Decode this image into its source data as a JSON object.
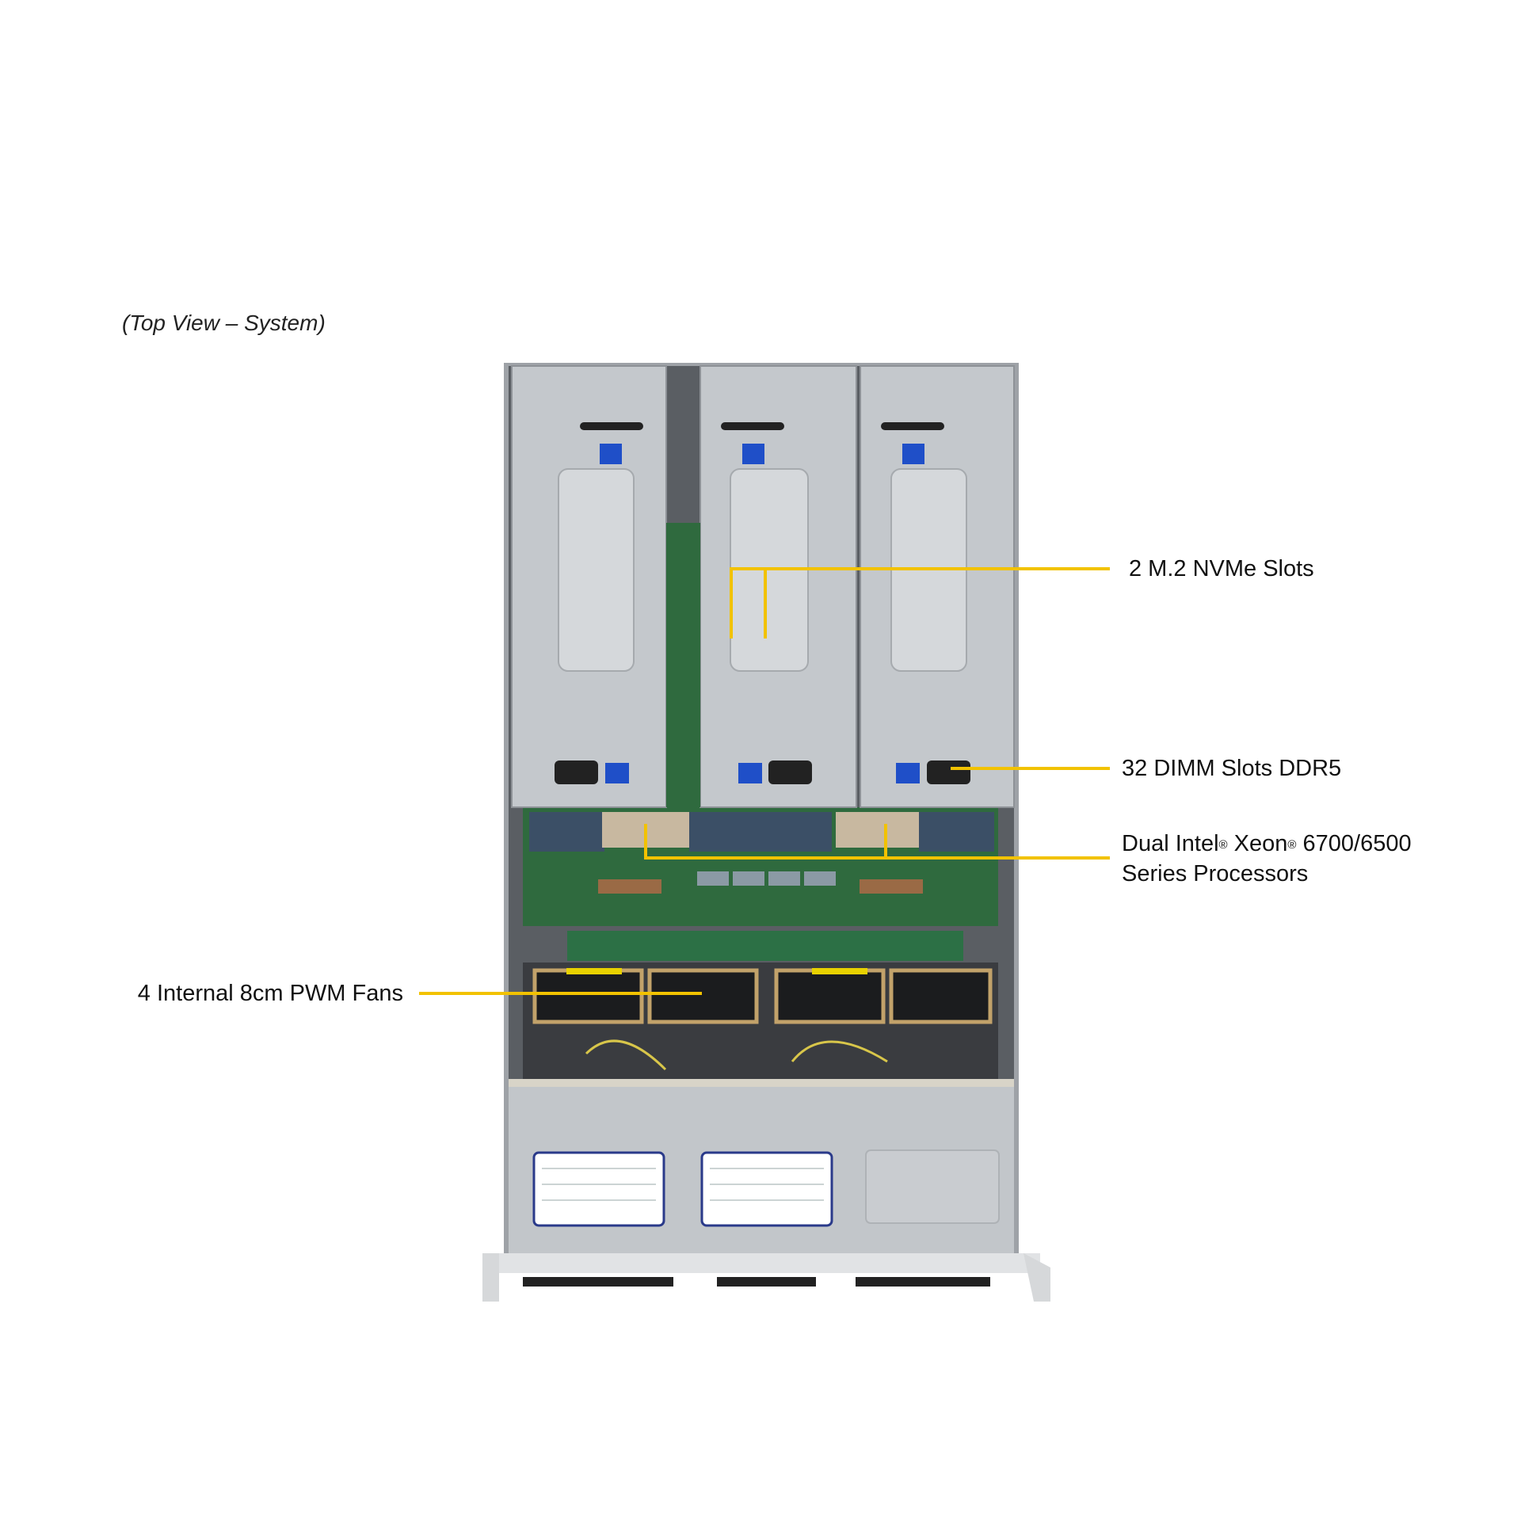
{
  "caption": "(Top View – System)",
  "callouts": {
    "nvme": "2 M.2 NVMe Slots",
    "dimm": "32 DIMM Slots DDR5",
    "cpu_line1_a": "Dual Intel",
    "cpu_reg": "®",
    "cpu_line1_b": " Xeon",
    "cpu_line1_c": " 6700/6500",
    "cpu_line2": "Series Processors",
    "fans": "4 Internal 8cm PWM Fans"
  },
  "colors": {
    "callout_line": "#f2c200",
    "chassis": "#c9ccd0",
    "riser": "#bfc3c8",
    "board": "#2f6a3e",
    "tag_blue": "#1f4fc8"
  }
}
